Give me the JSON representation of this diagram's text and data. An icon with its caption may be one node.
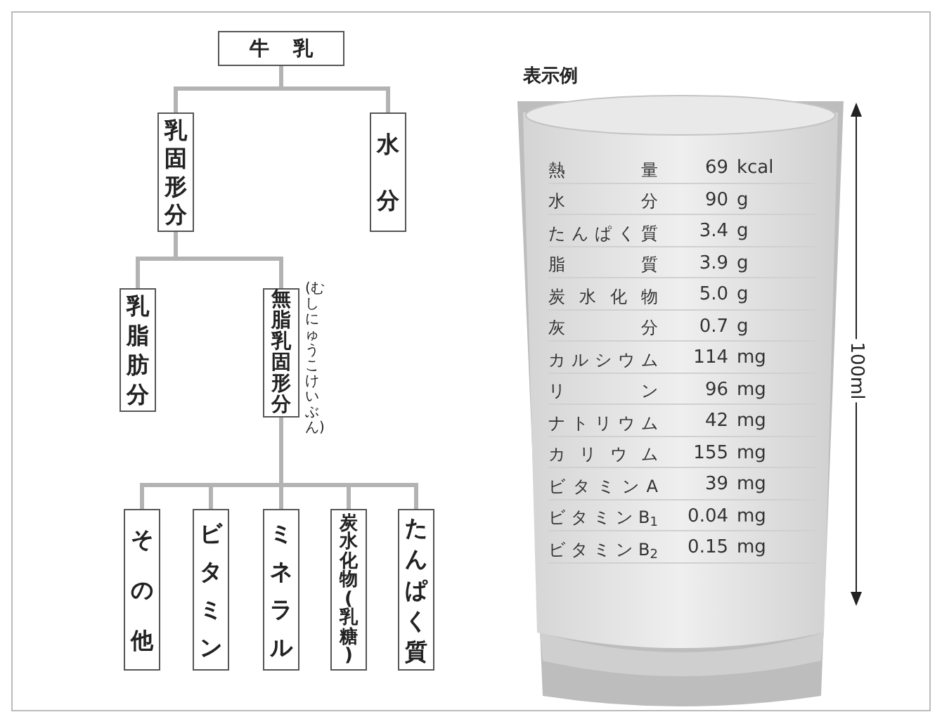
{
  "diagram": {
    "nodes": [
      {
        "text": [
          "牛乳"
        ]
      },
      {
        "text": [
          "乳固形分"
        ]
      },
      {
        "text": [
          "水分"
        ]
      },
      {
        "text": [
          "乳脂肪分"
        ]
      },
      {
        "text": [
          "無脂乳固形分"
        ],
        "beside": [
          "(むしにゅうこけいぶん)"
        ]
      },
      {
        "text": [
          "その他"
        ]
      },
      {
        "text": [
          "ビタミン"
        ]
      },
      {
        "text": [
          "ミネラル"
        ]
      },
      {
        "text": [
          "炭水化物(乳糖)"
        ]
      },
      {
        "text": [
          "たんぱく質"
        ]
      }
    ],
    "edges": [
      {
        "from": 0,
        "to": 1,
        "arrow": "none"
      },
      {
        "from": 0,
        "to": 2,
        "arrow": "none"
      },
      {
        "from": 1,
        "to": 3,
        "arrow": "none"
      },
      {
        "from": 1,
        "to": 4,
        "arrow": "none"
      },
      {
        "from": 4,
        "to": 5,
        "arrow": "none"
      },
      {
        "from": 4,
        "to": 6,
        "arrow": "none"
      },
      {
        "from": 4,
        "to": 7,
        "arrow": "none"
      },
      {
        "from": 4,
        "to": 8,
        "arrow": "none"
      },
      {
        "from": 4,
        "to": 9,
        "arrow": "none"
      }
    ],
    "labels": [
      "表示例",
      "100ml",
      "熱量",
      "69",
      "kcal",
      "水分",
      "90",
      "g",
      "たんぱく質",
      "3.4",
      "g",
      "脂質",
      "3.9",
      "g",
      "炭水化物",
      "5.0",
      "g",
      "灰分",
      "0.7",
      "g",
      "カルシウム",
      "114",
      "mg",
      "リン",
      "96",
      "mg",
      "ナトリウム",
      "42",
      "mg",
      "カリウム",
      "155",
      "mg",
      "ビタミンA",
      "39",
      "mg",
      "ビタミンB$_{1}$",
      "0.04",
      "mg",
      "ビタミンB$_{2}$",
      "0.15",
      "mg"
    ]
  }
}
